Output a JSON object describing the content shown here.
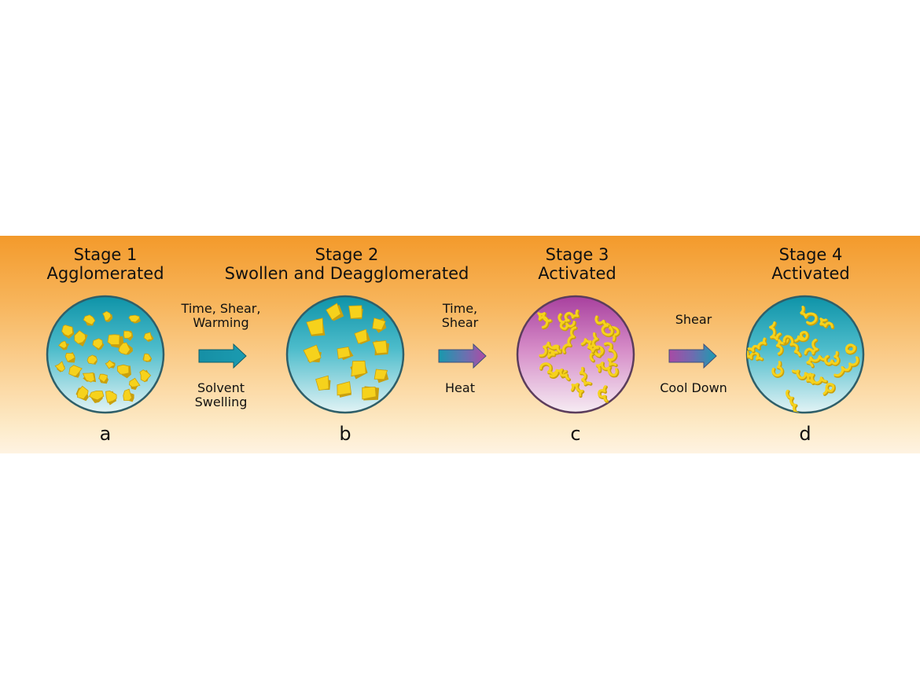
{
  "stages": [
    {
      "id": "stage-1",
      "title": "Stage 1",
      "subtitle": "Agglomerated",
      "letter": "a",
      "fill": "teal",
      "content": "agglomerates"
    },
    {
      "id": "stage-2",
      "title": "Stage 2",
      "subtitle": "Swollen and Deagglomerated",
      "letter": "b",
      "fill": "teal",
      "content": "platelets"
    },
    {
      "id": "stage-3",
      "title": "Stage 3",
      "subtitle": "Activated",
      "letter": "c",
      "fill": "violet",
      "content": "chains"
    },
    {
      "id": "stage-4",
      "title": "Stage 4",
      "subtitle": "Activated",
      "letter": "d",
      "fill": "teal",
      "content": "chains"
    }
  ],
  "transitions": [
    {
      "id": "transition-1",
      "above": [
        "Time, Shear,",
        "Warming"
      ],
      "below": [
        "Solvent",
        "Swelling"
      ],
      "arrow_color": "teal"
    },
    {
      "id": "transition-2",
      "above": [
        "Time,",
        "Shear"
      ],
      "below": [
        "Heat"
      ],
      "arrow_color": "teal-to-violet"
    },
    {
      "id": "transition-3",
      "above": [
        "Shear"
      ],
      "below": [
        "Cool Down"
      ],
      "arrow_color": "violet-to-teal"
    }
  ],
  "colors": {
    "background_top": "#f39a2b",
    "background_bottom": "#fef3e2",
    "teal": "#1aa2b3",
    "teal_light": "#d6eef2",
    "violet": "#b04aa5",
    "violet_light": "#f3e6f0",
    "particle": "#f6d21c",
    "outline": "#2f5f69"
  }
}
